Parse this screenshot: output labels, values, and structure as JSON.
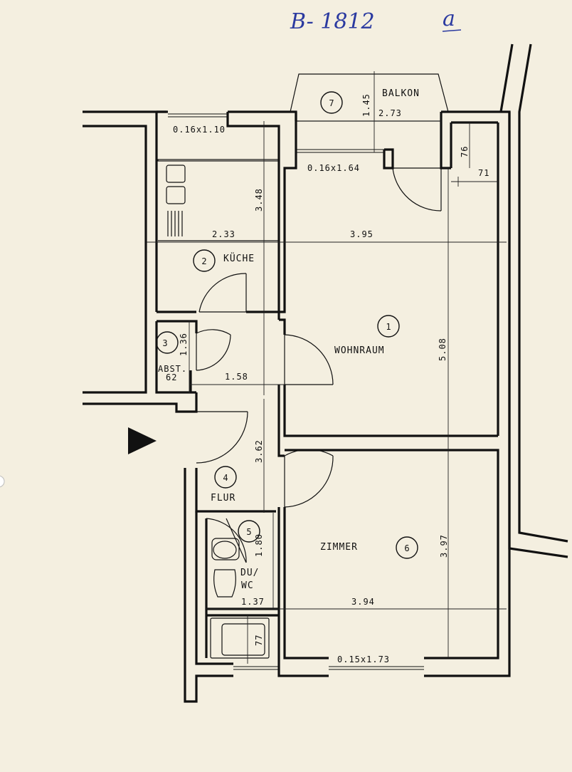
{
  "sheet_id": {
    "code": "B- 1812",
    "suffix": "a"
  },
  "colors": {
    "paper": "#f4efe0",
    "ink": "#111111",
    "handwriting": "#2b3aa0"
  },
  "rooms": {
    "wohnraum": {
      "number": "1",
      "name": "WOHNRAUM"
    },
    "kueche": {
      "number": "2",
      "name": "KÜCHE"
    },
    "abst": {
      "number": "3",
      "name": "ABST.",
      "size": "62"
    },
    "flur": {
      "number": "4",
      "name": "FLUR"
    },
    "duwc": {
      "number": "5",
      "name_line1": "DU/",
      "name_line2": "WC"
    },
    "zimmer": {
      "number": "6",
      "name": "ZIMMER"
    },
    "balkon": {
      "number": "7",
      "name": "BALKON"
    }
  },
  "dimensions": {
    "balkon_depth": "1.45",
    "balkon_width": "2.73",
    "kitchen_window": "0.16x1.10",
    "balcony_door": "0.16x1.64",
    "col_76": "76",
    "col_71": "71",
    "kitchen_height": "3.48",
    "kitchen_width": "2.33",
    "living_width": "3.95",
    "living_depth": "5.08",
    "abst_height": "1.36",
    "hall_width": "1.58",
    "hall_length": "3.62",
    "bath_length": "1.80",
    "bath_width": "1.37",
    "room_depth": "3.97",
    "room_width": "3.94",
    "bath_tub": "77",
    "room_window": "0.15x1.73"
  },
  "icons": {
    "entrance": "entrance-arrow-icon"
  }
}
